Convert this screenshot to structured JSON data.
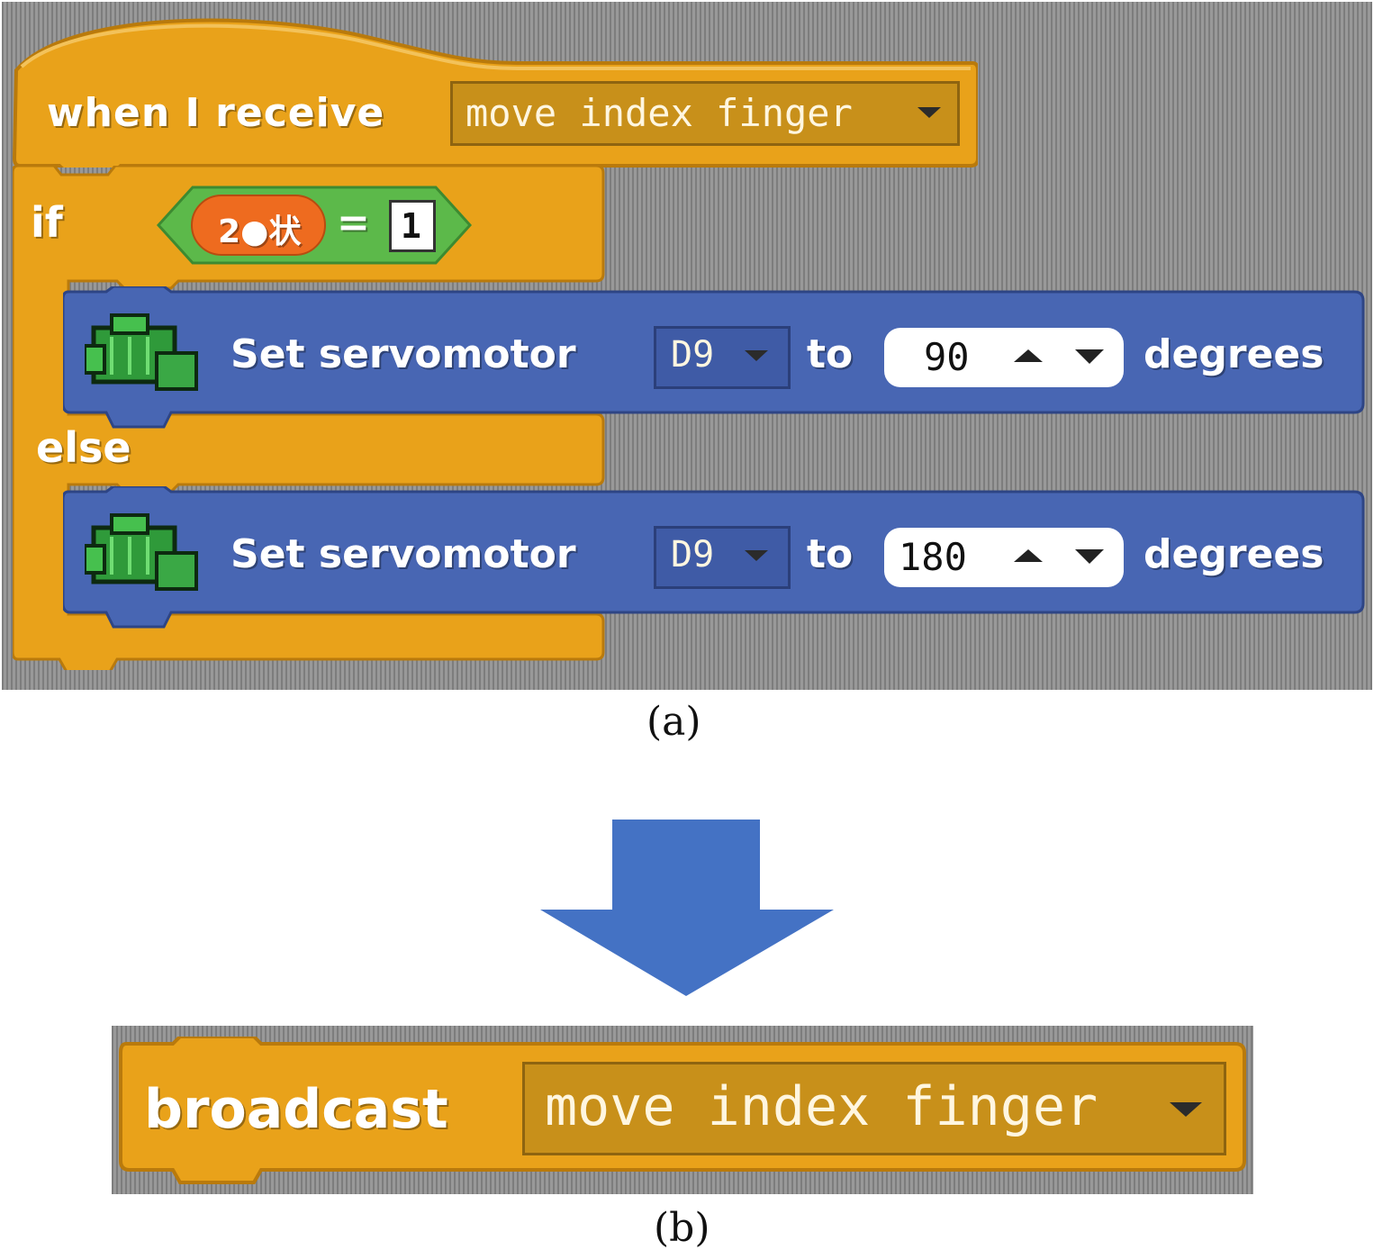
{
  "panel_a": {
    "caption": "(a)",
    "hat_block": {
      "label": "when I receive",
      "message": "move index finger"
    },
    "if_block": {
      "if_label": "if",
      "condition": {
        "variable": "2●状",
        "operator": "=",
        "value": "1"
      },
      "then_block": {
        "label": "Set servomotor",
        "pin": "D9",
        "to_label": "to",
        "angle": "90",
        "unit": "degrees"
      },
      "else_label": "else",
      "else_block": {
        "label": "Set servomotor",
        "pin": "D9",
        "to_label": "to",
        "angle": "180",
        "unit": "degrees"
      }
    }
  },
  "arrow": {
    "direction": "down",
    "color": "#4472c4"
  },
  "panel_b": {
    "caption": "(b)",
    "broadcast_block": {
      "label": "broadcast",
      "message": "move index finger"
    }
  },
  "colors": {
    "control_orange": "#e9a21a",
    "motion_blue": "#4866b3",
    "operator_green": "#5cb94a",
    "variable_orange": "#ee6b1f"
  },
  "icons": [
    "servo-motor-icon",
    "dropdown-caret-icon",
    "up-arrow-icon",
    "down-arrow-icon",
    "down-arrow-large-icon"
  ]
}
